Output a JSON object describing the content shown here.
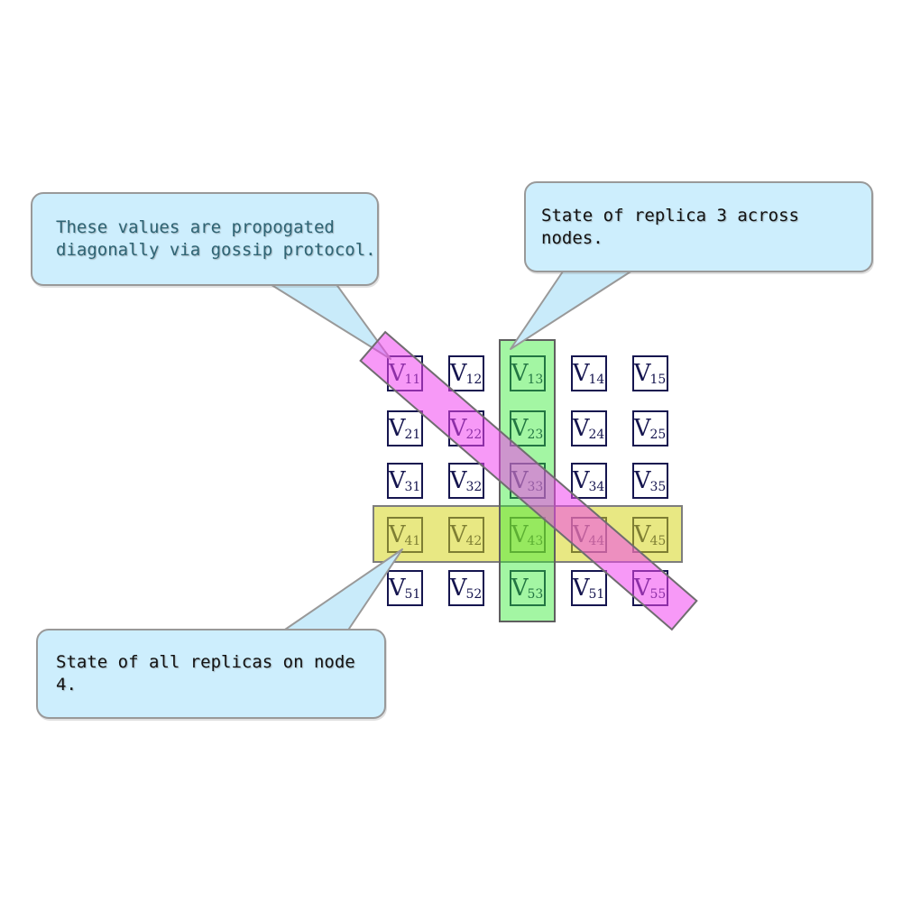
{
  "matrix": {
    "base_symbol": "V",
    "rows": [
      [
        "11",
        "12",
        "13",
        "14",
        "15"
      ],
      [
        "21",
        "22",
        "23",
        "24",
        "25"
      ],
      [
        "31",
        "32",
        "33",
        "34",
        "35"
      ],
      [
        "41",
        "42",
        "43",
        "44",
        "45"
      ],
      [
        "51",
        "52",
        "53",
        "51",
        "55"
      ]
    ]
  },
  "callouts": {
    "gossip": {
      "line1": "These values are propogated",
      "line2": "diagonally via gossip protocol."
    },
    "replica": {
      "text": "State of replica 3 across nodes."
    },
    "node": {
      "text": "State of all replicas on node 4."
    }
  },
  "colors": {
    "cell_border": "#15154f",
    "cell_text": "#15154f",
    "green_fill": "rgba(50,235,50,0.45)",
    "green_border": "#5f5f5f",
    "yellow_fill": "rgba(214,214,30,0.55)",
    "yellow_border": "#7d7d7d",
    "magenta_fill": "rgba(240,70,240,0.55)",
    "magenta_border": "#6e6e6e",
    "callout_fill": "#cdeefd",
    "callout_border": "#999999",
    "tail_fill": "#c9ebfa",
    "gossip_text": "#2e6474",
    "callout_text": "#121212"
  }
}
